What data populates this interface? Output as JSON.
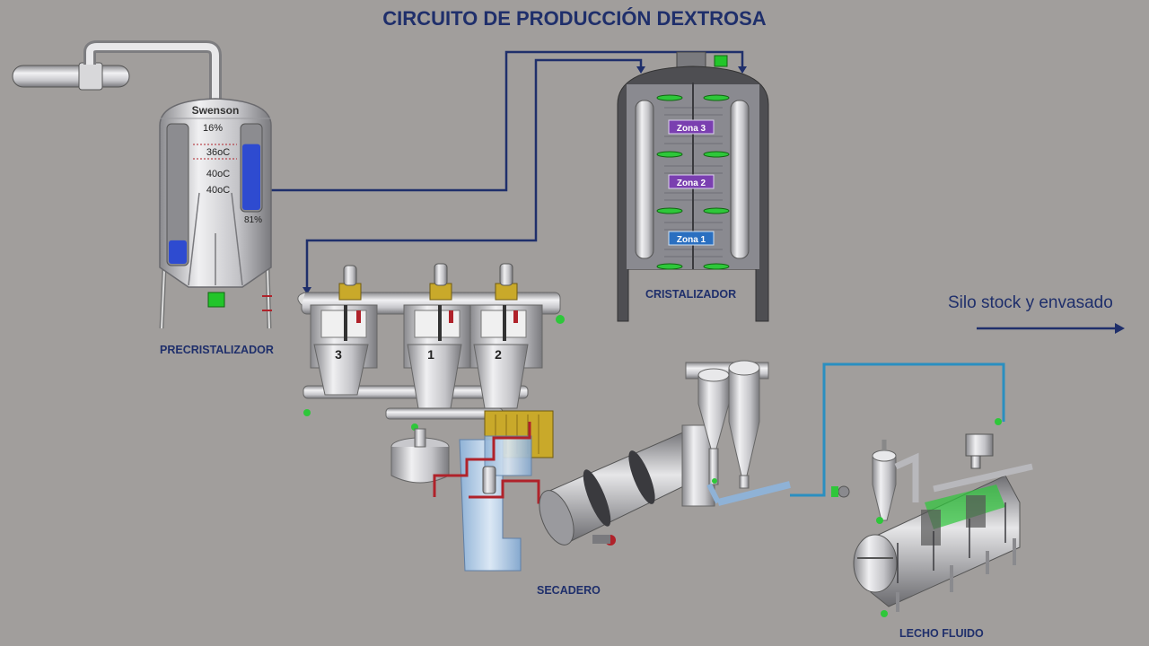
{
  "title": "CIRCUITO DE PRODUCCIÓN DEXTROSA",
  "silo_label": "Silo stock y envasado",
  "precristalizador": {
    "label": "PRECRISTALIZADOR",
    "brand": "Swenson",
    "readings": [
      "16%",
      "36oC",
      "40oC",
      "40oC",
      "81%"
    ],
    "left_level": 0.17,
    "right_level": 0.78
  },
  "cristalizador": {
    "label": "CRISTALIZADOR",
    "zones": [
      "Zona 3",
      "Zona 2",
      "Zona 1"
    ]
  },
  "centrifugas": {
    "numbers": [
      "3",
      "1",
      "2"
    ]
  },
  "secadero": {
    "label": "SECADERO"
  },
  "lecho_fluido": {
    "label": "LECHO FLUIDO"
  },
  "colors": {
    "background": "#a19e9c",
    "pipe": "#1f2f6b",
    "pipe_light": "#2a8fc0",
    "hot_pipe": "#b0222a",
    "level_blue": "#2e4bd0",
    "status_green": "#22c52a",
    "zone_purple": "#7a3fb0",
    "zone_blue": "#2a6fc0"
  }
}
